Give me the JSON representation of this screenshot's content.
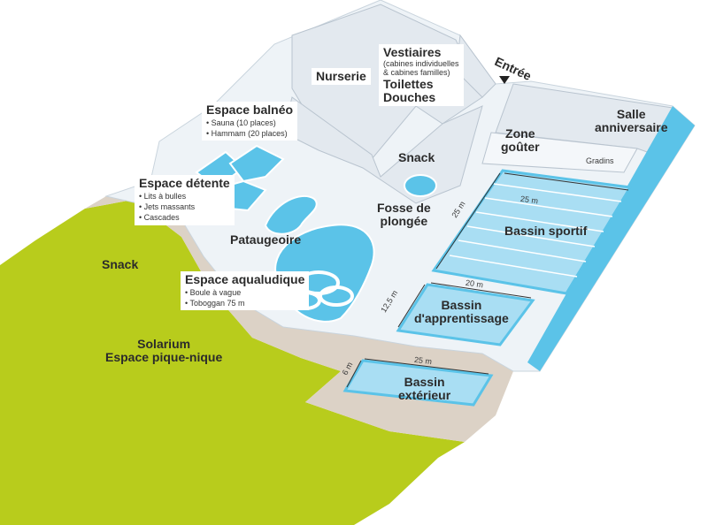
{
  "map": {
    "labels": {
      "nurserie": "Nurserie",
      "vestiaires": "Vestiaires",
      "vestiaires_sub": [
        "(cabines individuelles",
        "& cabines familles)"
      ],
      "toilettes": "Toilettes",
      "douches": "Douches",
      "entree": "Entrée",
      "salle": [
        "Salle",
        "anniversaire"
      ],
      "zone_gouter": [
        "Zone",
        "goûter"
      ],
      "gradins": "Gradins",
      "espace_balneo": "Espace balnéo",
      "espace_balneo_items": [
        "Sauna (10 places)",
        "Hammam (20 places)"
      ],
      "snack_center": "Snack",
      "espace_detente": "Espace détente",
      "espace_detente_items": [
        "Lits à bulles",
        "Jets massants",
        "Cascades"
      ],
      "fosse": [
        "Fosse de",
        "plongée"
      ],
      "pataugeoire": "Pataugeoire",
      "bassin_sportif": "Bassin sportif",
      "espace_aqualudique": "Espace aqualudique",
      "espace_aqualudique_items": [
        "Boule à vague",
        "Toboggan 75 m"
      ],
      "snack_left": "Snack",
      "solarium": [
        "Solarium",
        "Espace pique-nique"
      ],
      "bassin_apprentissage": [
        "Bassin",
        "d'apprentissage"
      ],
      "bassin_exterieur": [
        "Bassin",
        "extérieur"
      ]
    },
    "dimensions": {
      "sportif_length": "25 m",
      "sportif_width": "25 m",
      "apprentissage_length": "20 m",
      "apprentissage_width": "12,5 m",
      "exterieur_length": "25 m",
      "exterieur_width": "6 m"
    },
    "colors": {
      "lawn": "#b8cc1c",
      "sand": "#dcd2c6",
      "deck": "#eef3f7",
      "water": "#5bc3e8",
      "water_light": "#a9def3",
      "wall": "#e9eef3",
      "text": "#2b2b2b"
    }
  }
}
